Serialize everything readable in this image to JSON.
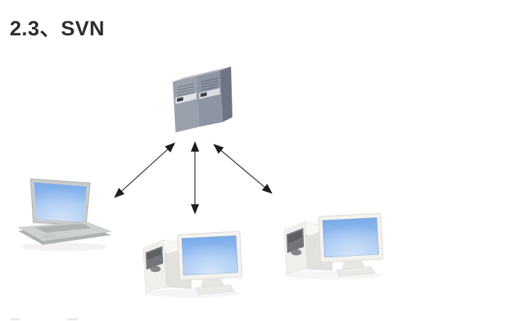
{
  "page": {
    "title": "2.3、SVN",
    "background_color": "#ffffff",
    "title_color": "#2e2e2e"
  },
  "diagram": {
    "kind": "topology-diagram",
    "nodes": [
      {
        "id": "svn-server",
        "icon": "server-towers-icon",
        "position": "top-center"
      },
      {
        "id": "client-laptop",
        "icon": "laptop-icon",
        "position": "bottom-left"
      },
      {
        "id": "client-desktop-1",
        "icon": "desktop-computer-icon",
        "position": "bottom-center"
      },
      {
        "id": "client-desktop-2",
        "icon": "desktop-computer-icon",
        "position": "bottom-right"
      }
    ],
    "edges": [
      {
        "from": "svn-server",
        "to": "client-laptop",
        "style": "double-headed-arrow"
      },
      {
        "from": "svn-server",
        "to": "client-desktop-1",
        "style": "double-headed-arrow"
      },
      {
        "from": "svn-server",
        "to": "client-desktop-2",
        "style": "double-headed-arrow"
      }
    ],
    "colors": {
      "arrow_line": "#454545",
      "arrow_head": "#1e1e1e",
      "server_body": "#8d94a2",
      "server_top": "#b2b6c0",
      "server_side": "#6f7583",
      "screen_blue_top": "#79aae9",
      "screen_blue_bottom": "#a6c8f3",
      "device_case": "#f0efec",
      "laptop_case": "#cdd1cf",
      "drive_bay": "#73757b"
    }
  }
}
